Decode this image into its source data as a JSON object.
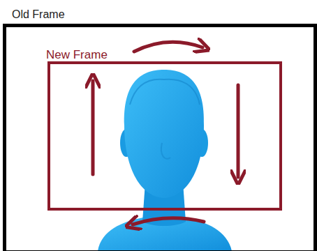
{
  "diagram": {
    "nodes": [
      {
        "text": [
          "Old Frame"
        ]
      },
      {
        "text": [
          "New Frame"
        ],
        "in": 0
      }
    ]
  }
}
